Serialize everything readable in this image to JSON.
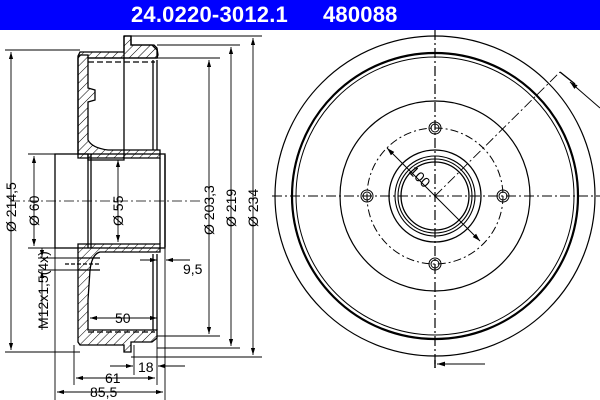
{
  "header": {
    "part_number": "24.0220-3012.1",
    "reference_number": "480088",
    "background_color": "#0000ff",
    "text_color": "#ffffff"
  },
  "side_view": {
    "dimensions": {
      "outer_diameter_left": "Ø 214,5",
      "hub_diameter": "Ø 60",
      "bore_diameter": "Ø 55",
      "thread": "M12x1,5(4x)",
      "braking_surface_diameter": "Ø 203,3",
      "diameter_219": "Ø 219",
      "outer_diameter": "Ø 234",
      "offset_9_5": "9,5",
      "depth_50": "50",
      "width_18": "18",
      "height_61": "61",
      "overall_height": "85,5"
    }
  },
  "front_view": {
    "dimensions": {
      "bolt_circle": "100"
    },
    "bolt_holes": 4
  }
}
